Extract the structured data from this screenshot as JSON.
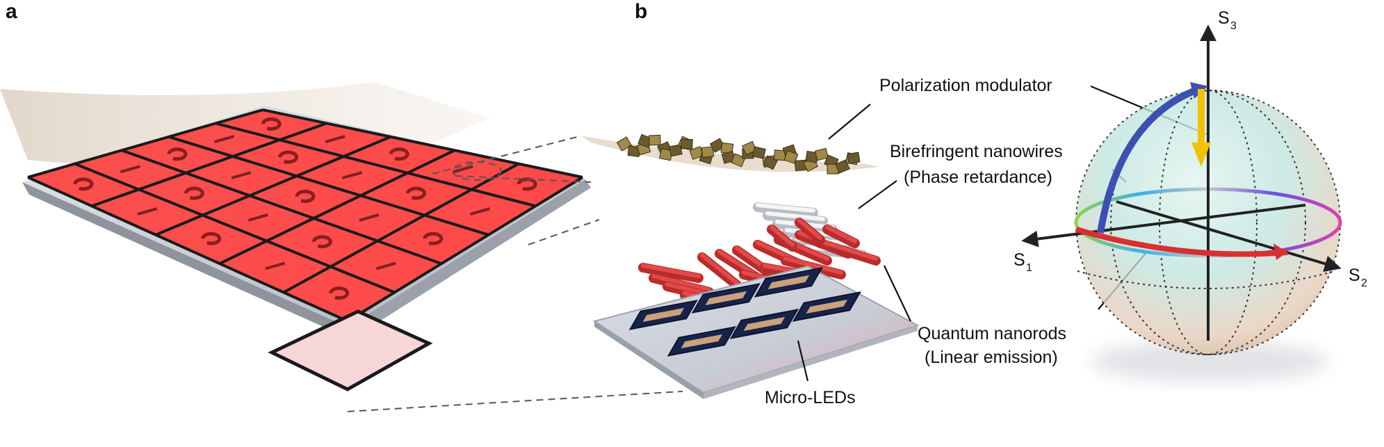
{
  "panels": {
    "a": "a",
    "b": "b"
  },
  "labels": {
    "polarization_modulator": "Polarization modulator",
    "birefringent_line1": "Birefringent nanowires",
    "birefringent_line2": "(Phase retardance)",
    "quantum_line1": "Quantum nanorods",
    "quantum_line2": "(Linear emission)",
    "micro_leds": "Micro-LEDs"
  },
  "axes": {
    "s1": "S",
    "s1_sub": "1",
    "s2": "S",
    "s2_sub": "2",
    "s3": "S",
    "s3_sub": "3"
  },
  "colors": {
    "pixel_red": "#ff3b3b",
    "grid_line": "#1a1a1a",
    "nanorod_red": "#d93a3a",
    "led_navy": "#16234a",
    "arc_blue": "#3d4fb0",
    "arc_red": "#d83030",
    "arrow_yellow": "#f2c200"
  }
}
